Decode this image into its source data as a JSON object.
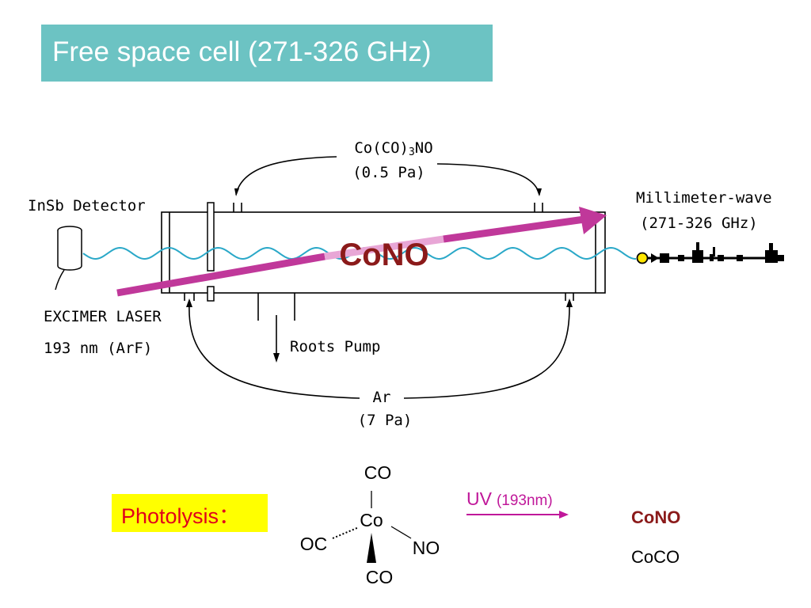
{
  "slide": {
    "title": "Free space cell (271-326 GHz)"
  },
  "diagram": {
    "top_gas": {
      "formula_prefix": "Co(CO)",
      "formula_sub": "3",
      "formula_suffix": "NO",
      "pressure": "(0.5 Pa)"
    },
    "detector_label": "InSb Detector",
    "mmwave_label": "Millimeter-wave",
    "mmwave_freq": "(271-326 GHz)",
    "laser_label": "EXCIMER LASER",
    "laser_wavelength": "193 nm (ArF)",
    "pump_label": "Roots Pump",
    "bottom_gas": {
      "name": "Ar",
      "pressure": "(7 Pa)"
    },
    "product_overlay": "CoNO"
  },
  "reaction": {
    "label": "Photolysis：",
    "molecule": {
      "center": "Co",
      "top": "CO",
      "left": "OC",
      "right": "NO",
      "bottom": "CO"
    },
    "arrow_main": "UV",
    "arrow_sub": "(193nm)",
    "products": [
      "CoNO",
      "CoCO"
    ]
  },
  "colors": {
    "title_bg": "#6cc3c3",
    "laser": "#c0389a",
    "wave": "#2aa8c8",
    "cono": "#8b1a1a",
    "photolysis_bg": "#ffff00",
    "photolysis_text": "#e0001b",
    "uv": "#c0189a"
  }
}
